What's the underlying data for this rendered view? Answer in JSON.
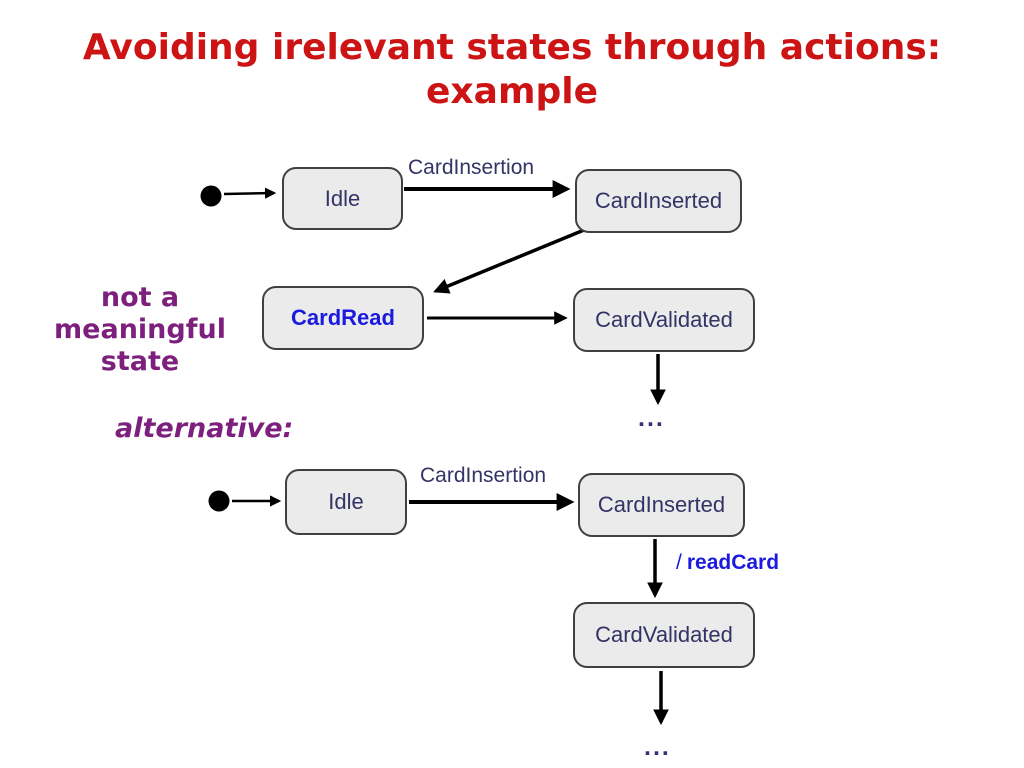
{
  "title": {
    "line1": "Avoiding irelevant states through actions:",
    "line2": "example"
  },
  "notes": {
    "not_meaningful_line1": "not a",
    "not_meaningful_line2": "meaningful state",
    "alternative": "alternative:"
  },
  "top_diagram": {
    "state_idle": "Idle",
    "state_card_inserted": "CardInserted",
    "state_card_read": "CardRead",
    "state_card_validated": "CardValidated",
    "label_card_insertion": "CardInsertion",
    "ellipsis": "..."
  },
  "bottom_diagram": {
    "state_idle": "Idle",
    "state_card_inserted": "CardInserted",
    "state_card_validated": "CardValidated",
    "label_card_insertion": "CardInsertion",
    "label_action_slash": "/",
    "label_action": "readCard",
    "ellipsis": "..."
  },
  "colors": {
    "title_red": "#cc1414",
    "note_purple": "#7d1f7d",
    "state_text_navy": "#333366",
    "highlight_blue": "#1b1bdf",
    "state_fill": "#ebebeb",
    "state_border": "#404040",
    "arrow_black": "#000000",
    "background": "#ffffff"
  }
}
